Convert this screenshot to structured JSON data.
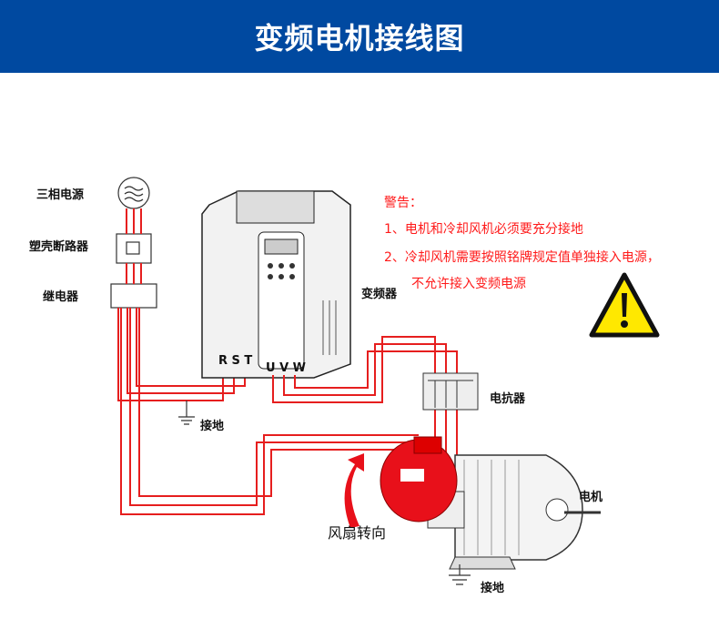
{
  "header": {
    "title": "变频电机接线图"
  },
  "labels": {
    "power": "三相电源",
    "breaker": "塑壳断路器",
    "relay": "继电器",
    "inverter": "变频器",
    "reactor": "电抗器",
    "ground1": "接地",
    "motor": "电机",
    "fan_direction": "风扇转向",
    "ground2": "接地",
    "rst": "R S T",
    "uvw": "U V W"
  },
  "warning": {
    "heading": "警告：",
    "line1": "1、电机和冷却风机必须要充分接地",
    "line2": "2、冷却风机需要按照铭牌规定值单独接入电源，",
    "line3": "不允许接入变频电源"
  },
  "colors": {
    "header": "#0049a0",
    "wire": "#e61e1e",
    "warning_text": "#ff1a1a",
    "warning_sign": "#ffe800"
  }
}
